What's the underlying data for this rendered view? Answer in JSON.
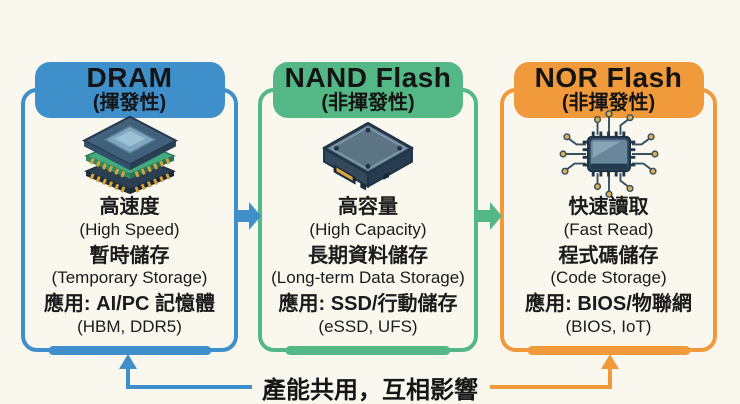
{
  "page": {
    "background": "#faf7ef",
    "text_color": "#1b1b1b"
  },
  "columns": [
    {
      "id": "dram",
      "color": "#3f8fcb",
      "title": "DRAM",
      "subtitle": "(揮發性)",
      "icon": "stacked-memory-chip-icon",
      "features": [
        {
          "zh": "高速度",
          "en": "(High Speed)"
        },
        {
          "zh": "暫時儲存",
          "en": "(Temporary Storage)"
        },
        {
          "zh": "應用: AI/PC 記憶體",
          "en": "(HBM, DDR5)"
        }
      ]
    },
    {
      "id": "nand-flash",
      "color": "#53b886",
      "title": "NAND Flash",
      "subtitle": "(非揮發性)",
      "icon": "ssd-drive-icon",
      "features": [
        {
          "zh": "高容量",
          "en": "(High Capacity)"
        },
        {
          "zh": "長期資料儲存",
          "en": "(Long-term Data Storage)"
        },
        {
          "zh": "應用: SSD/行動儲存",
          "en": "(eSSD, UFS)"
        }
      ]
    },
    {
      "id": "nor-flash",
      "color": "#f09a3c",
      "title": "NOR Flash",
      "subtitle": "(非揮發性)",
      "icon": "microcontroller-chip-icon",
      "features": [
        {
          "zh": "快速讀取",
          "en": "(Fast Read)"
        },
        {
          "zh": "程式碼儲存",
          "en": "(Code Storage)"
        },
        {
          "zh": "應用: BIOS/物聯網",
          "en": "(BIOS, IoT)"
        }
      ]
    }
  ],
  "connector": {
    "label": "產能共用，互相影響"
  }
}
